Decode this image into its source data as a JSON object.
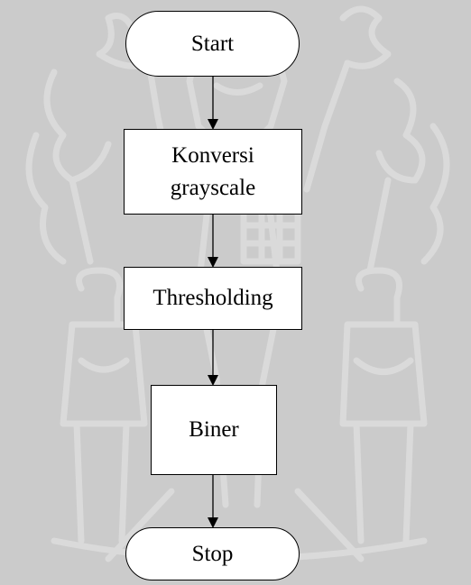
{
  "diagram": {
    "type": "flowchart",
    "background_color": "#cbcbcb",
    "watermark": {
      "description": "faint university seal illustration behind the flowchart",
      "color": "#d9d9d9"
    },
    "nodes": [
      {
        "id": "start",
        "shape": "terminal",
        "label": "Start"
      },
      {
        "id": "konversi",
        "shape": "process",
        "label": "Konversi\ngrayscale"
      },
      {
        "id": "thresholding",
        "shape": "process",
        "label": "Thresholding"
      },
      {
        "id": "biner",
        "shape": "process",
        "label": "Biner"
      },
      {
        "id": "stop",
        "shape": "terminal",
        "label": "Stop"
      }
    ],
    "edges": [
      {
        "from": "start",
        "to": "konversi"
      },
      {
        "from": "konversi",
        "to": "thresholding"
      },
      {
        "from": "thresholding",
        "to": "biner"
      },
      {
        "from": "biner",
        "to": "stop"
      }
    ]
  }
}
